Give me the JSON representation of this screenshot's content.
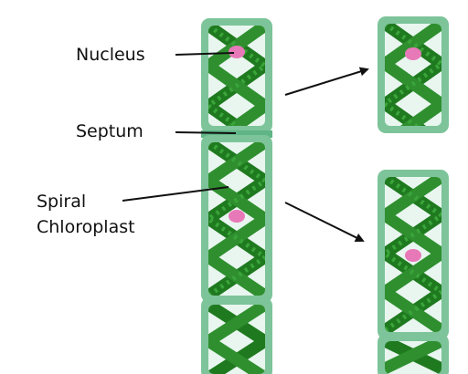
{
  "labels": {
    "nucleus": "Nucleus",
    "septum": "Septum",
    "spiral_chloroplast_line1": "Spiral",
    "spiral_chloroplast_line2": "Chloroplast"
  },
  "colors": {
    "cell_wall": "#7dc49a",
    "cytoplasm": "#e8f6ef",
    "chloroplast_dark": "#1f7a1f",
    "chloroplast_light": "#3aa53a",
    "nucleus": "#e879b8",
    "pointer_line": "#111111"
  }
}
